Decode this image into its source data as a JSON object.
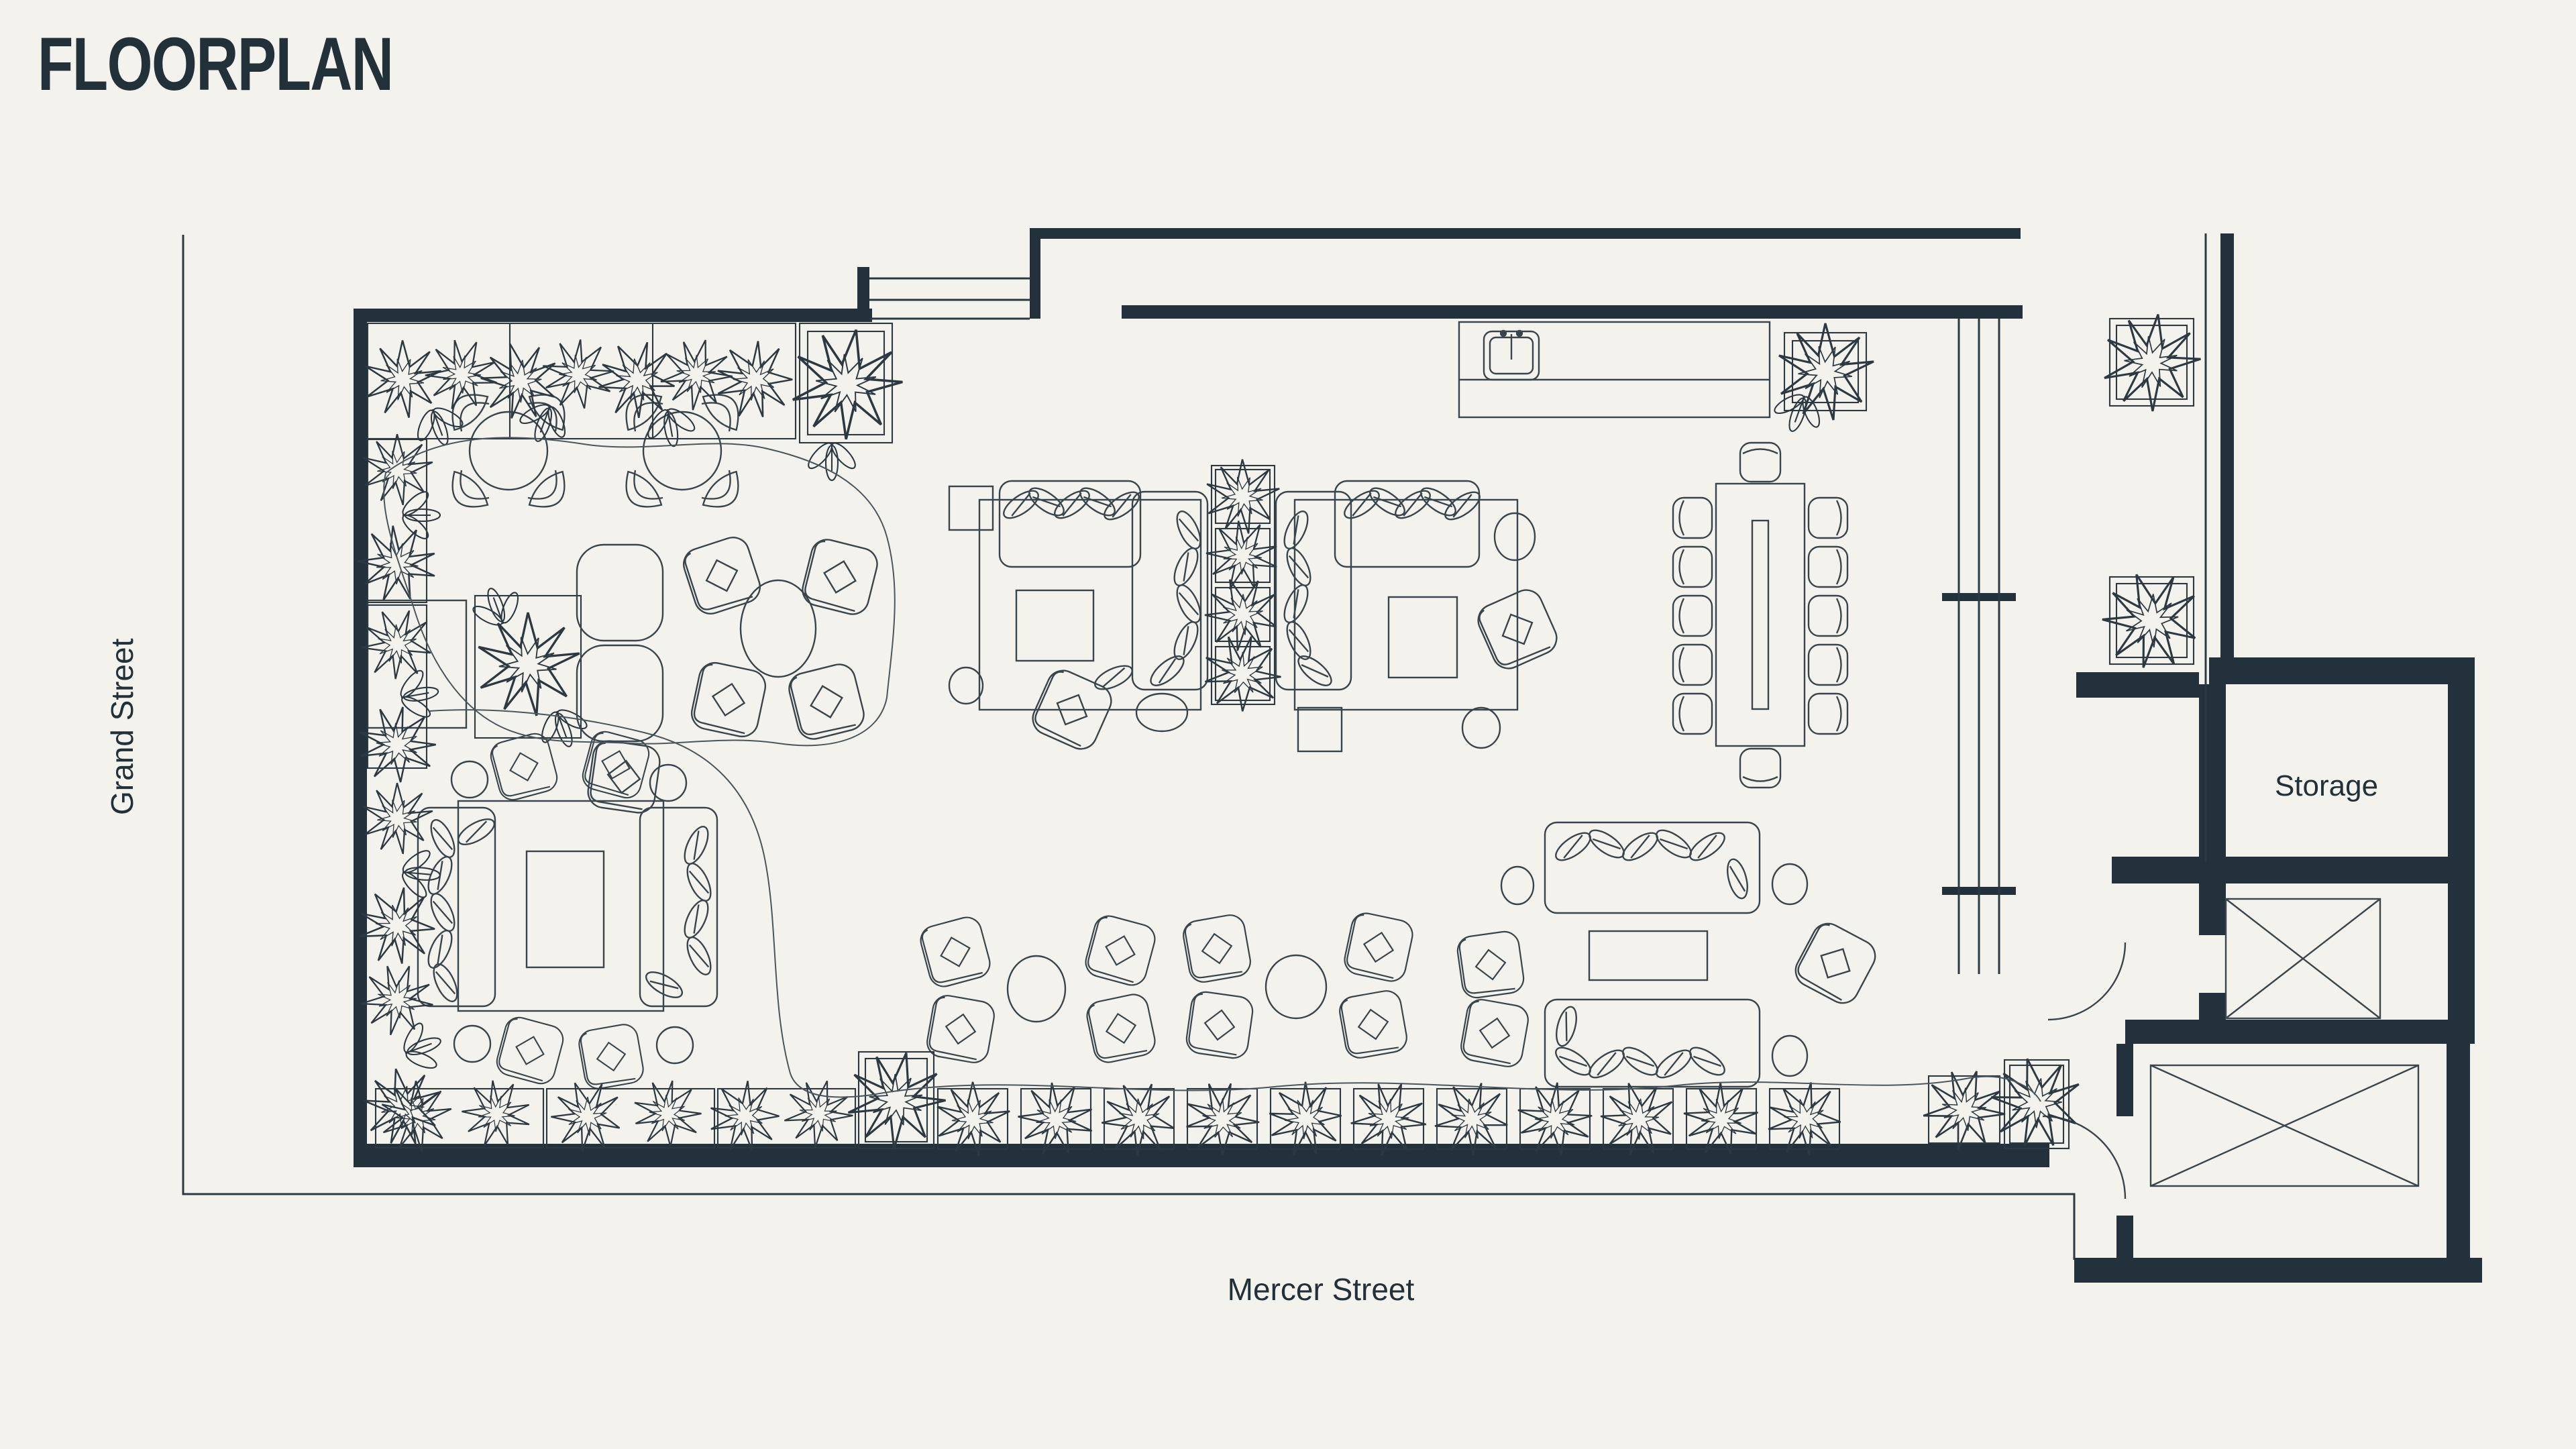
{
  "labels": {
    "title": "FLOORPLAN",
    "street_left": "Grand Street",
    "street_bottom": "Mercer Street",
    "room_storage": "Storage"
  },
  "colors": {
    "background": "#f4f2ec",
    "wall": "#22313b",
    "outline": "#2a3943",
    "furniture": "#39454d",
    "plant": "#2c3942",
    "text": "#22303a"
  }
}
